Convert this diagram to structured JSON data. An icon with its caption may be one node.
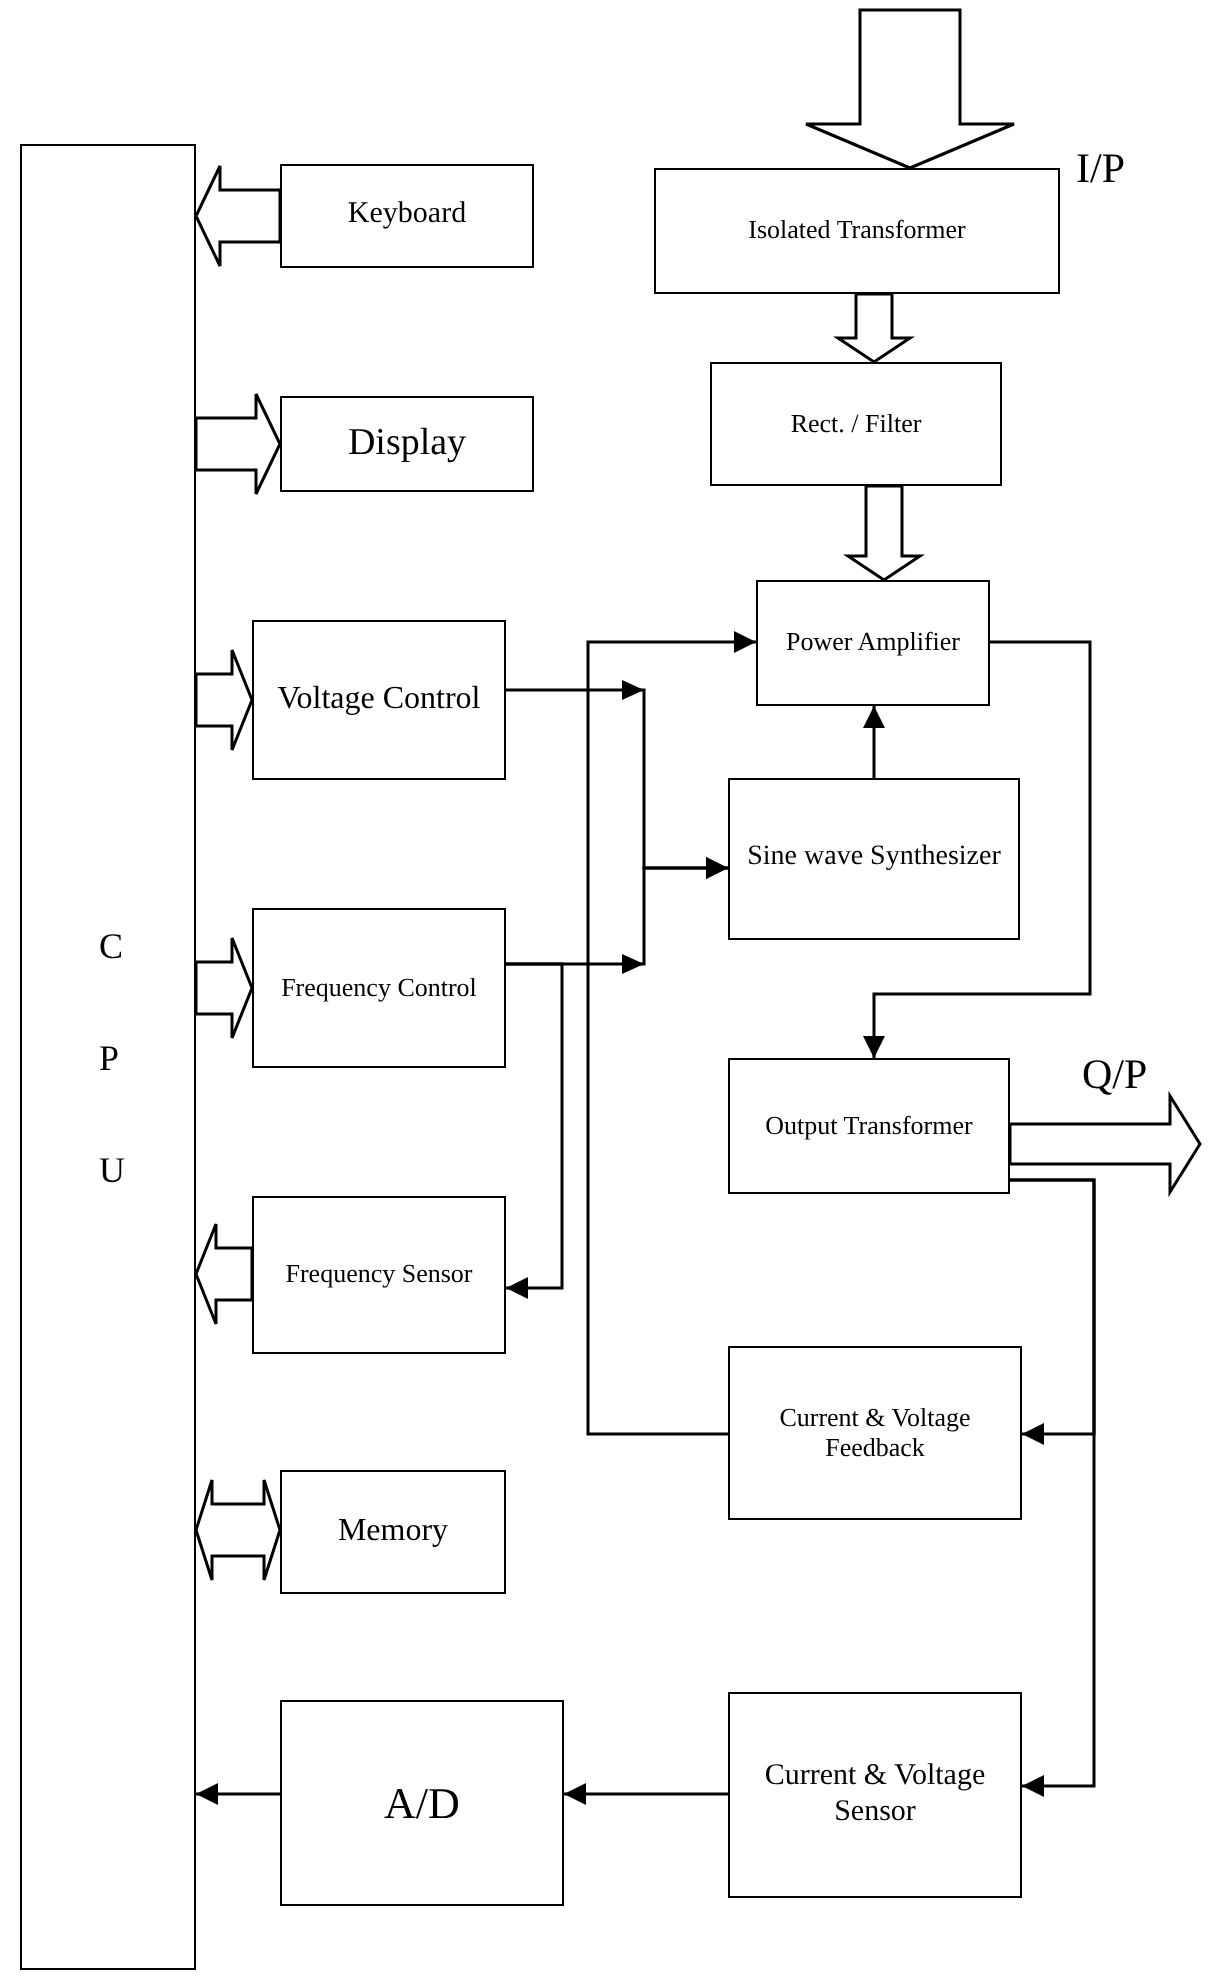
{
  "diagram": {
    "nodes": [
      {
        "text": [
          "C P U"
        ]
      },
      {
        "text": [
          "Keyboard"
        ]
      },
      {
        "text": [
          "Display"
        ]
      },
      {
        "text": [
          "Voltage Control"
        ]
      },
      {
        "text": [
          "Frequency Control"
        ]
      },
      {
        "text": [
          "Frequency Sensor"
        ]
      },
      {
        "text": [
          "Memory"
        ]
      },
      {
        "text": [
          "A/D"
        ]
      },
      {
        "text": [
          "Isolated Transformer"
        ]
      },
      {
        "text": [
          "Rect. / Filter"
        ]
      },
      {
        "text": [
          "Power Amplifier"
        ]
      },
      {
        "text": [
          "Sine wave Synthesizer"
        ]
      },
      {
        "text": [
          "Output Transformer"
        ]
      },
      {
        "text": [
          "Current & Voltage Feedback"
        ]
      },
      {
        "text": [
          "Current & Voltage Sensor"
        ]
      }
    ],
    "edges": [
      {
        "from": null,
        "to": 8,
        "arrow": "to",
        "label": "I/P",
        "style": "thick"
      },
      {
        "from": 8,
        "to": 9,
        "arrow": "to",
        "style": "thick"
      },
      {
        "from": 9,
        "to": 10,
        "arrow": "to",
        "style": "thick"
      },
      {
        "from": 1,
        "to": 0,
        "arrow": "to",
        "style": "thick"
      },
      {
        "from": 0,
        "to": 2,
        "arrow": "to",
        "style": "thick"
      },
      {
        "from": 0,
        "to": 3,
        "arrow": "to",
        "style": "thick"
      },
      {
        "from": 0,
        "to": 4,
        "arrow": "to",
        "style": "thick"
      },
      {
        "from": 5,
        "to": 0,
        "arrow": "to",
        "style": "thick"
      },
      {
        "from": 0,
        "to": 6,
        "arrow": "both",
        "style": "thick"
      },
      {
        "from": 12,
        "to": null,
        "arrow": "to",
        "label": "Q/P",
        "style": "thick"
      },
      {
        "from": 10,
        "to": 12,
        "arrow": "to"
      },
      {
        "from": 11,
        "to": 10,
        "arrow": "to"
      },
      {
        "from": 3,
        "to": 11,
        "arrow": "to"
      },
      {
        "from": 4,
        "to": 11,
        "arrow": "to"
      },
      {
        "from": 4,
        "to": 5,
        "arrow": "to"
      },
      {
        "from": 13,
        "to": 10,
        "arrow": "to"
      },
      {
        "from": 12,
        "to": 13,
        "arrow": "to"
      },
      {
        "from": 12,
        "to": 14,
        "arrow": "to"
      },
      {
        "from": 14,
        "to": 7,
        "arrow": "to"
      },
      {
        "from": 7,
        "to": 0,
        "arrow": "to"
      }
    ]
  }
}
